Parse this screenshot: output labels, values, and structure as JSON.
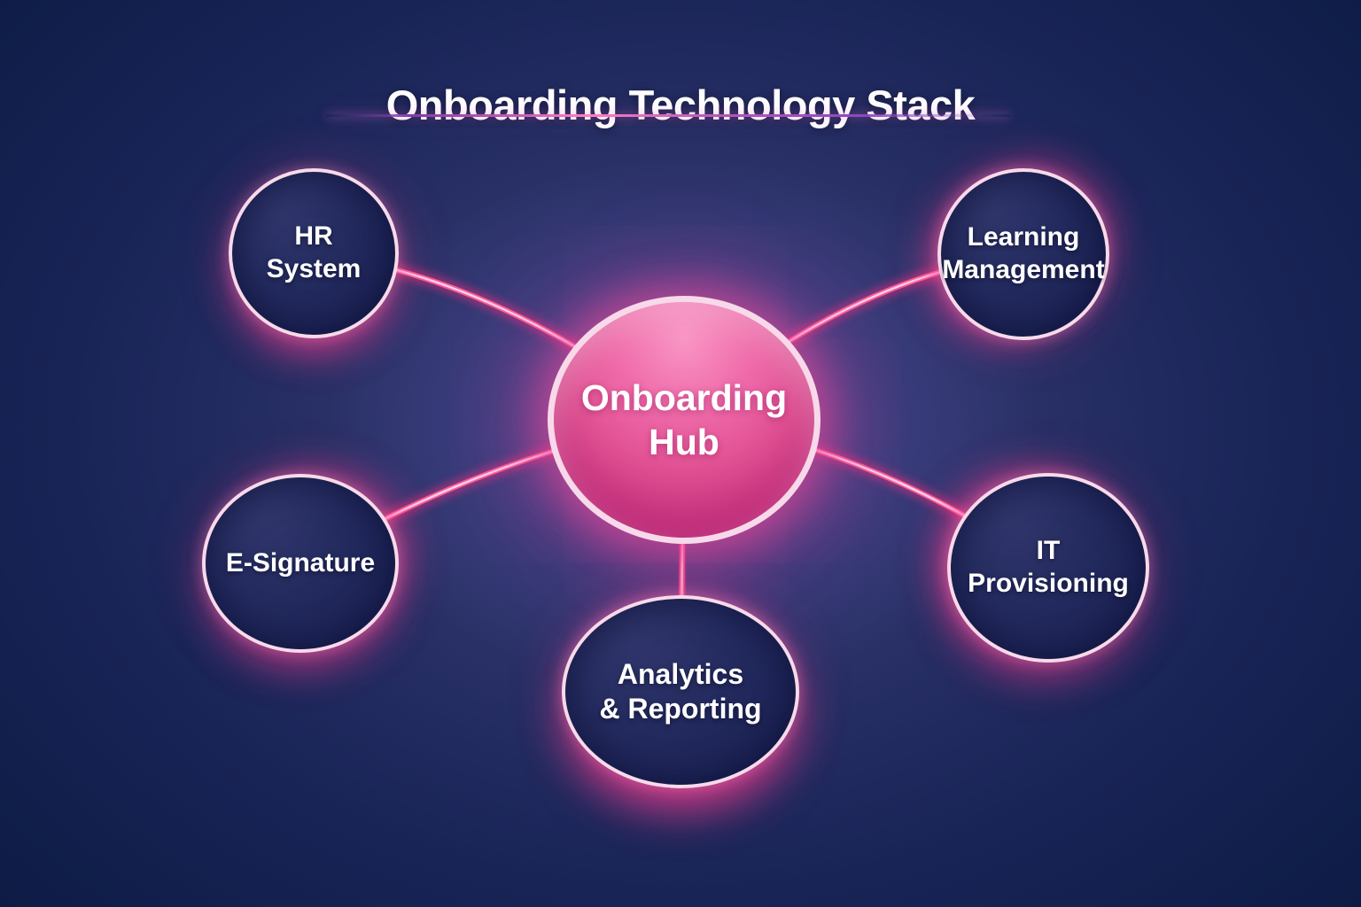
{
  "title": "Onboarding Technology Stack",
  "hub": {
    "line1": "Onboarding",
    "line2": "Hub"
  },
  "nodes": [
    {
      "id": "hr-system",
      "line1": "HR",
      "line2": "System"
    },
    {
      "id": "learning-management",
      "line1": "Learning",
      "line2": "Management"
    },
    {
      "id": "e-signature",
      "line1": "E-Signature",
      "line2": ""
    },
    {
      "id": "it-provisioning",
      "line1": "IT",
      "line2": "Provisioning"
    },
    {
      "id": "analytics-reporting",
      "line1": "Analytics",
      "line2": "& Reporting"
    }
  ],
  "colors": {
    "background_navy": "#0d1b45",
    "background_indigo": "#3a3f7a",
    "node_navy": "#232a5e",
    "hub_pink": "#e04f92",
    "glow_pink": "#ff2e7e",
    "ring_pale": "#f8d9ea",
    "text_white": "#ffffff"
  }
}
